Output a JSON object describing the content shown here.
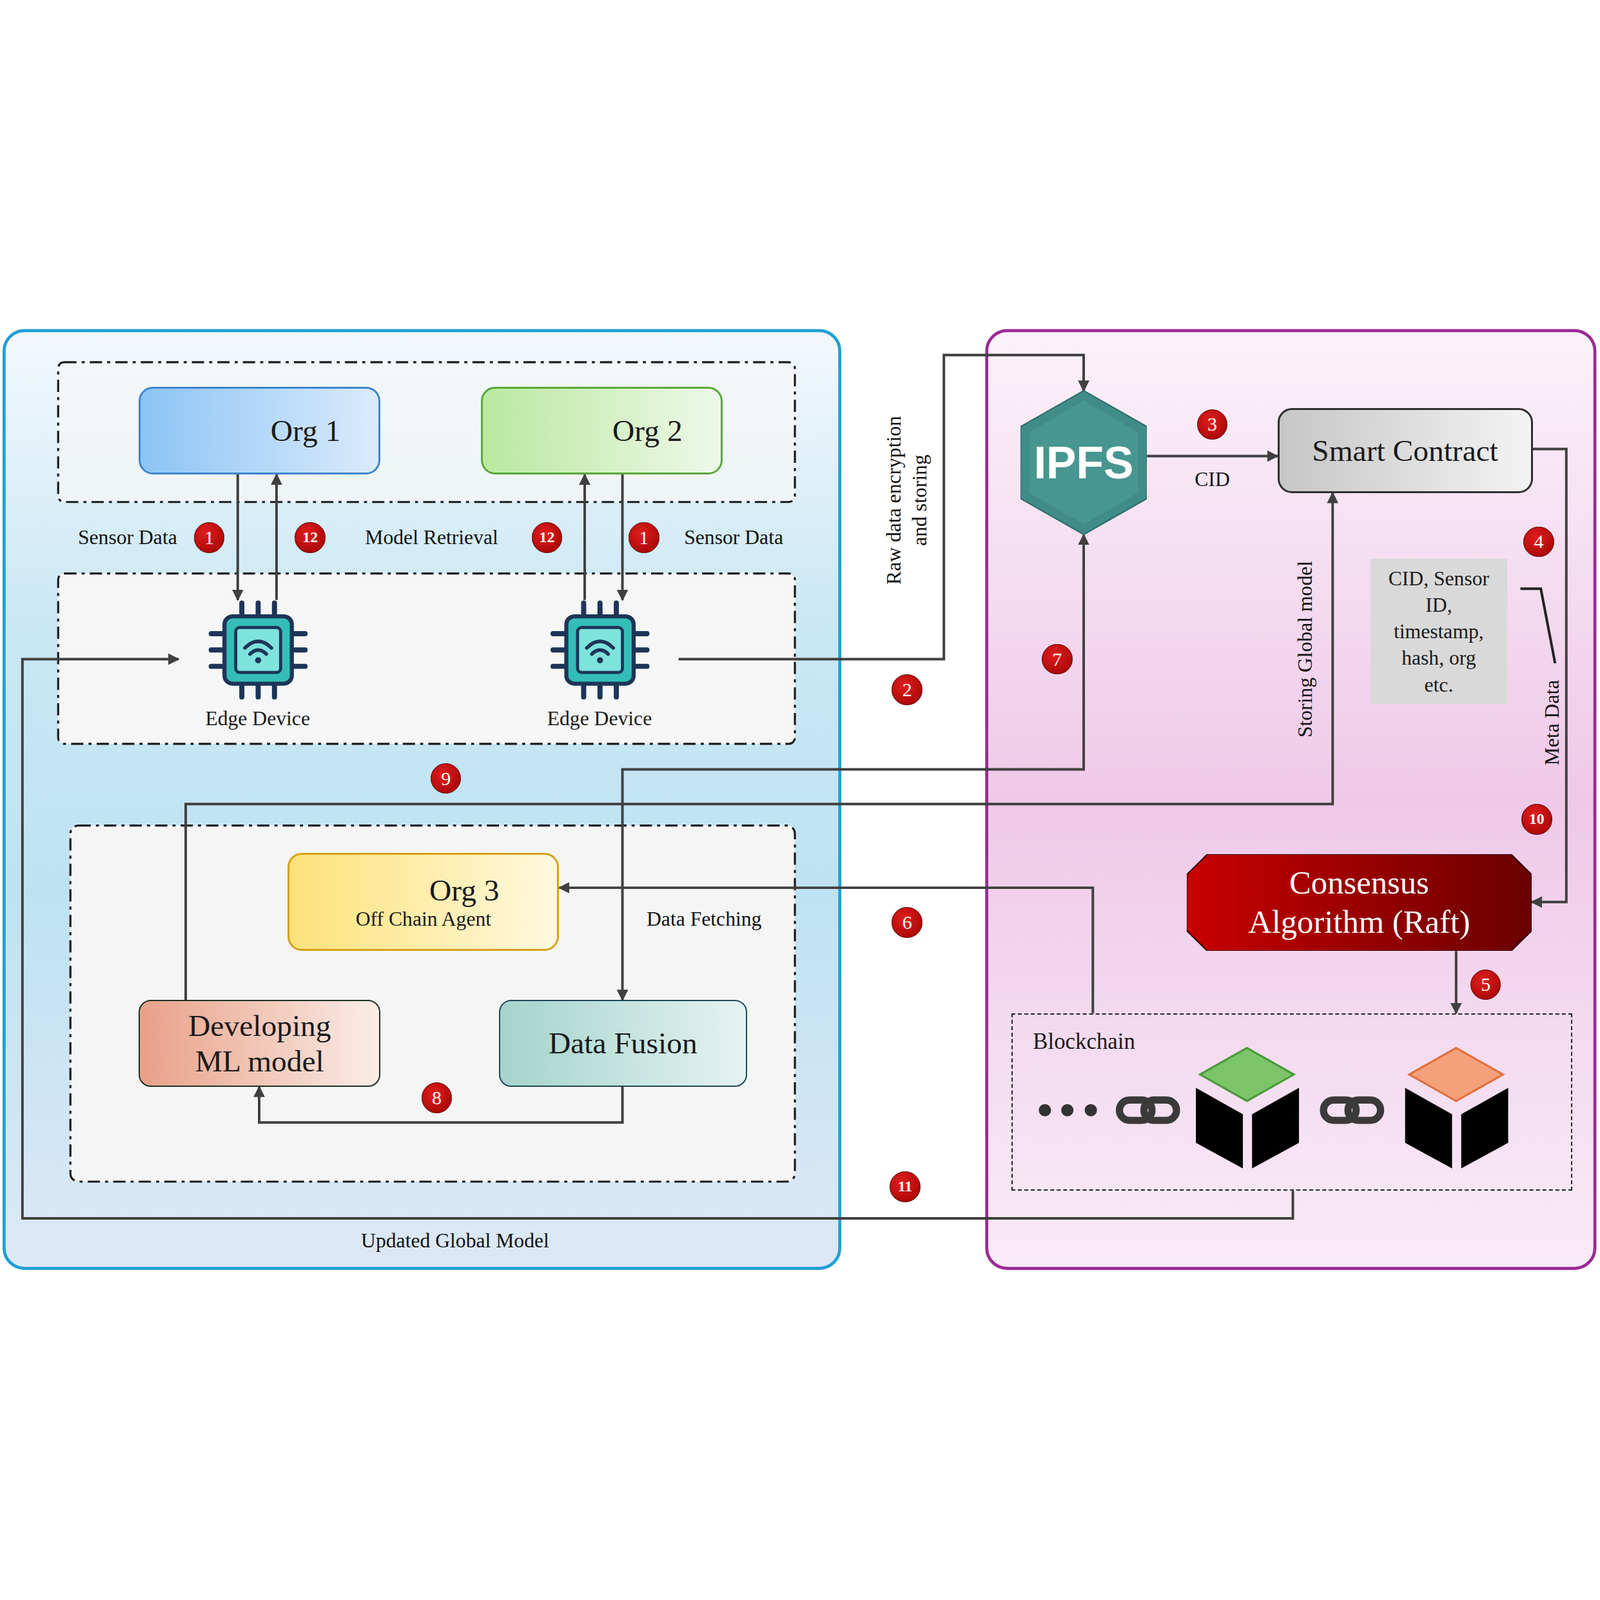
{
  "diagram": {
    "nodes": [
      {
        "text": [
          "Org 1"
        ]
      },
      {
        "text": [
          "Org 2"
        ]
      },
      {
        "text": [
          "Edge Device"
        ]
      },
      {
        "text": [
          "Edge Device"
        ]
      },
      {
        "text": [
          "IPFS"
        ]
      },
      {
        "text": [
          "Smart Contract"
        ]
      },
      {
        "text": [
          "CID, Sensor ID, timestamp, hash, org etc."
        ]
      },
      {
        "text": [
          "Consensus Algorithm (Raft)"
        ]
      },
      {
        "text": [
          "Org 3",
          "Off Chain Agent"
        ]
      },
      {
        "text": [
          "Developing ML model"
        ]
      },
      {
        "text": [
          "Data Fusion"
        ]
      },
      {
        "text": [
          "Blockchain"
        ]
      }
    ],
    "edges": [
      {
        "from": 0,
        "to": 2,
        "arrow": "to",
        "label": "Sensor Data"
      },
      {
        "from": 2,
        "to": 0,
        "arrow": "to",
        "label": "Model Retrieval"
      },
      {
        "from": 3,
        "to": 1,
        "arrow": "to"
      },
      {
        "from": 1,
        "to": 3,
        "arrow": "to",
        "label": "Sensor Data"
      },
      {
        "from": 3,
        "to": 4,
        "arrow": "to",
        "label": "Raw data encryption and storing"
      },
      {
        "from": 4,
        "to": 5,
        "arrow": "to",
        "label": "CID"
      },
      {
        "from": 5,
        "to": 7,
        "arrow": "to",
        "label": "Meta Data"
      },
      {
        "from": 7,
        "to": 11,
        "arrow": "to"
      },
      {
        "from": 11,
        "to": 8,
        "arrow": "to"
      },
      {
        "from": 4,
        "to": 10,
        "arrow": "both",
        "label": "Data Fetching"
      },
      {
        "from": 10,
        "to": 9,
        "arrow": "to"
      },
      {
        "from": 9,
        "to": 5,
        "arrow": "to",
        "label": "Storing Global model"
      },
      {
        "from": 11,
        "to": 2,
        "arrow": "to",
        "label": "Updated Global Model"
      }
    ],
    "labels": [
      "1",
      "12",
      "12",
      "1",
      "2",
      "3",
      "4",
      "5",
      "6",
      "7",
      "8",
      "9",
      "10",
      "11"
    ]
  }
}
